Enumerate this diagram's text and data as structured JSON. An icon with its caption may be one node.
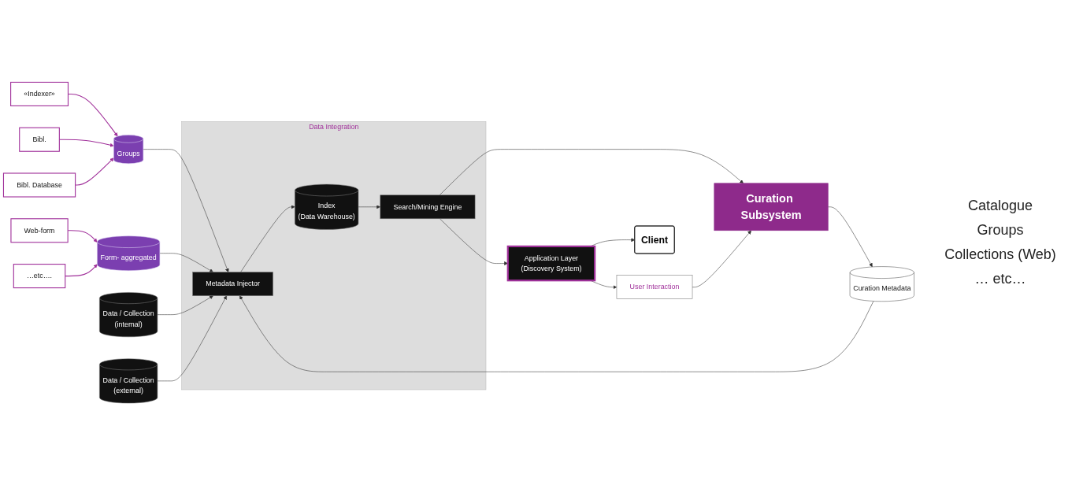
{
  "diagram": {
    "nodes": [
      {
        "text": [
          "Curation Subsystem"
        ]
      },
      {
        "text": [
          "«Indexer»"
        ]
      },
      {
        "text": [
          "Bibl."
        ]
      },
      {
        "text": [
          "Bibl. Database"
        ]
      },
      {
        "text": [
          "Web-form"
        ]
      },
      {
        "text": [
          "…etc…."
        ]
      },
      {
        "text": [
          "Curation Metadata"
        ]
      },
      {
        "text": [
          "Groups"
        ]
      },
      {
        "text": [
          "Form- aggregated"
        ]
      },
      {
        "text": [
          "Data / Collection",
          "(internal)"
        ]
      },
      {
        "text": [
          "Data / Collection",
          "(external)"
        ]
      },
      {
        "text": [
          "Data Integration"
        ]
      },
      {
        "text": [
          "Metadata Injector"
        ],
        "in": 11
      },
      {
        "text": [
          "Index",
          "(Data Warehouse)"
        ],
        "in": 11
      },
      {
        "text": [
          "Search/Mining Engine"
        ],
        "in": 11
      },
      {
        "text": [
          "User Interaction"
        ]
      },
      {
        "text": [
          "Application Layer",
          "(Discovery System)"
        ]
      },
      {
        "text": [
          "Client"
        ],
        "beside": [
          "Catalogue",
          "Groups",
          "Collections (Web)",
          "… etc…"
        ]
      }
    ],
    "edges": [
      {
        "from": 0,
        "to": 6,
        "arrow": "to"
      },
      {
        "from": 1,
        "to": 7,
        "arrow": "to",
        "color": "#a0309a"
      },
      {
        "from": 2,
        "to": 7,
        "arrow": "to",
        "color": "#a0309a"
      },
      {
        "from": 3,
        "to": 7,
        "arrow": "to",
        "color": "#a0309a"
      },
      {
        "from": 4,
        "to": 8,
        "arrow": "to",
        "color": "#a0309a"
      },
      {
        "from": 5,
        "to": 8,
        "arrow": "to",
        "color": "#a0309a"
      },
      {
        "from": 6,
        "to": 12,
        "arrow": "to"
      },
      {
        "from": 7,
        "to": 12,
        "arrow": "to"
      },
      {
        "from": 8,
        "to": 12,
        "arrow": "to"
      },
      {
        "from": 9,
        "to": 12,
        "arrow": "to"
      },
      {
        "from": 10,
        "to": 12,
        "arrow": "to"
      },
      {
        "from": 12,
        "to": 13,
        "arrow": "to"
      },
      {
        "from": 13,
        "to": 14,
        "arrow": "to"
      },
      {
        "from": 14,
        "to": 0,
        "arrow": "to"
      },
      {
        "from": 14,
        "to": 16,
        "arrow": "to"
      },
      {
        "from": 16,
        "to": 15,
        "arrow": "to"
      },
      {
        "from": 15,
        "to": 0,
        "arrow": "to"
      },
      {
        "from": 16,
        "to": 17,
        "arrow": "to"
      }
    ]
  }
}
